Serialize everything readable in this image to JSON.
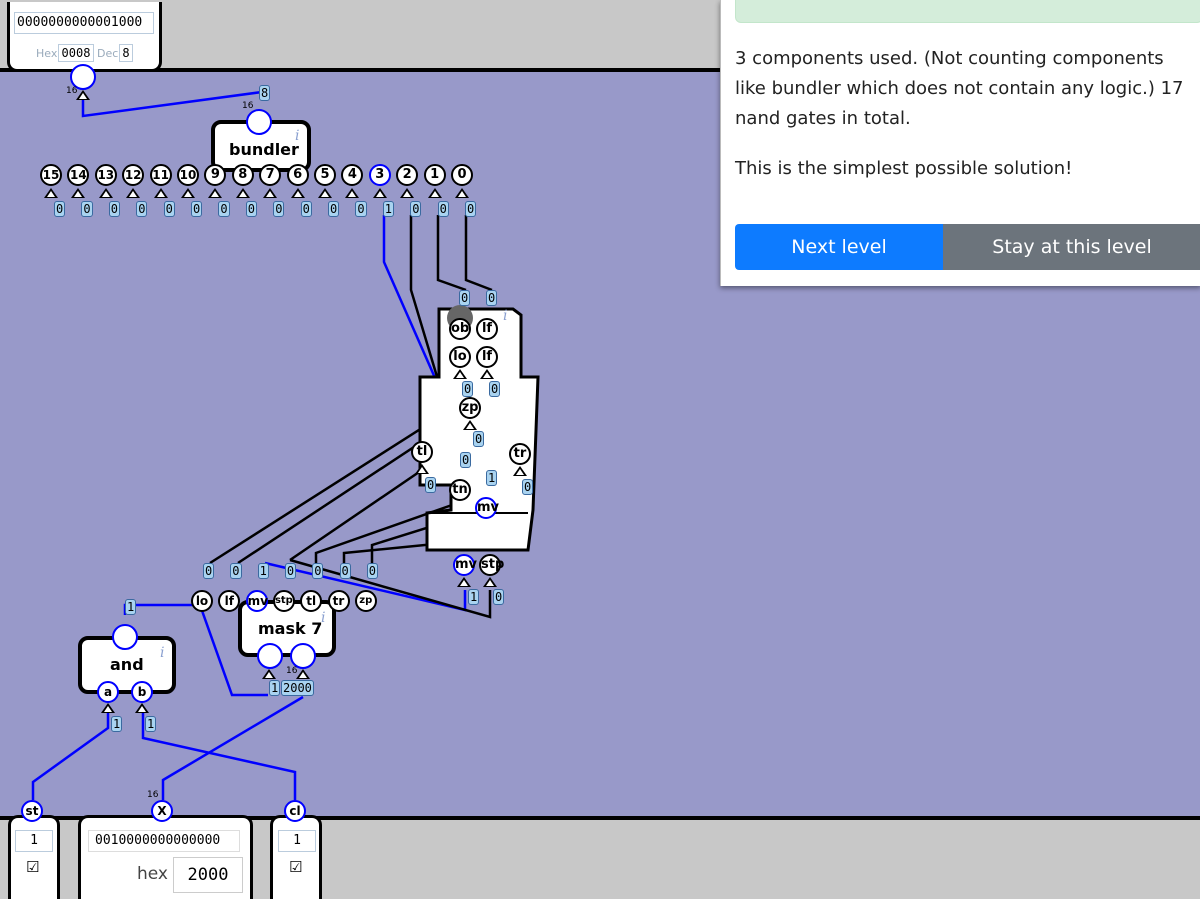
{
  "top_output": {
    "binary": "0000000000001000",
    "hex_label": "Hex",
    "hex_value": "0008",
    "dec_label": "Dec",
    "dec_value": "8",
    "bits_label": "16"
  },
  "bundler": {
    "title": "bundler",
    "bits_label": "16",
    "output_value": "8",
    "pins": [
      "15",
      "14",
      "13",
      "12",
      "11",
      "10",
      "9",
      "8",
      "7",
      "6",
      "5",
      "4",
      "3",
      "2",
      "1",
      "0"
    ],
    "values": [
      "0",
      "0",
      "0",
      "0",
      "0",
      "0",
      "0",
      "0",
      "0",
      "0",
      "0",
      "0",
      "1",
      "0",
      "0",
      "0"
    ]
  },
  "logic_component": {
    "top_values": [
      "0",
      "0"
    ],
    "pins": {
      "ob": "ob",
      "lf1": "lf",
      "lo": "lo",
      "lf2": "lf",
      "zp": "zp",
      "tl": "tl",
      "tr": "tr",
      "tn": "tn",
      "mv": "mv",
      "mv2": "mv",
      "stp": "stp"
    },
    "values": {
      "lo": "0",
      "lf": "0",
      "zp": "0",
      "tn": "0",
      "mv": "1",
      "tl": "0",
      "tr": "0",
      "mv_out": "1",
      "stp_out": "0"
    }
  },
  "mask7": {
    "title": "mask 7",
    "pins": [
      "lo",
      "lf",
      "mv",
      "stp",
      "tl",
      "tr",
      "zp"
    ],
    "values": [
      "0",
      "0",
      "1",
      "0",
      "0",
      "0",
      "0"
    ],
    "in_a_value": "1",
    "in_b_value": "2000",
    "bits_label": "16"
  },
  "and_gate": {
    "title": "and",
    "in_a": "a",
    "in_b": "b",
    "output_value": "1",
    "a_value": "1",
    "b_value": "1"
  },
  "inputs": {
    "st": {
      "label": "st",
      "value": "1",
      "check": "☑"
    },
    "x": {
      "label": "X",
      "bits_label": "16",
      "binary": "0010000000000000",
      "hex_label": "hex",
      "hex_value": "2000"
    },
    "cl": {
      "label": "cl",
      "value": "1",
      "check": "☑"
    }
  },
  "dialog": {
    "message1": "3 components used. (Not counting components like bundler which does not contain any logic.) 17 nand gates in total.",
    "message2": "This is the simplest possible solution!",
    "next_button": "Next level",
    "stay_button": "Stay at this level",
    "colors": {
      "primary": "#0d7bff",
      "secondary": "#6c747c",
      "success_bg": "#d4edda"
    }
  },
  "info_icon": "i"
}
